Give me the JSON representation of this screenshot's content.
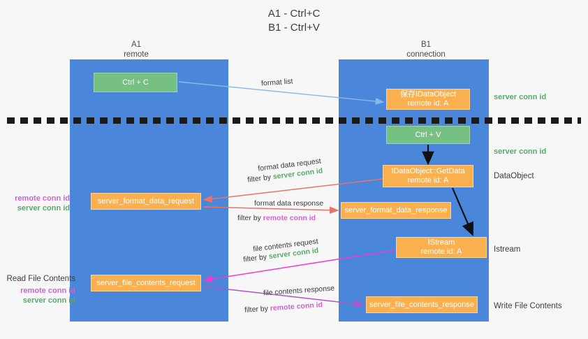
{
  "title": {
    "line1": "A1 - Ctrl+C",
    "line2": "B1 - Ctrl+V"
  },
  "columns": [
    {
      "id": "a1",
      "name": "A1",
      "role": "remote"
    },
    {
      "id": "b1",
      "name": "B1",
      "role": "connection"
    }
  ],
  "boxes": {
    "ctrl_c": {
      "label": "Ctrl + C",
      "color": "#76c083"
    },
    "idataobject": {
      "line1": "保存IDataObject",
      "line2": "remote id: A",
      "color": "#fbb050"
    },
    "ctrl_v": {
      "label": "Ctrl + V",
      "color": "#76c083"
    },
    "getdata": {
      "line1": "IDataObject::GetData",
      "line2": "remote id: A",
      "color": "#fbb050"
    },
    "format_data_request": {
      "label": "server_format_data_request",
      "color": "#fbb050"
    },
    "format_data_response": {
      "label": "server_format_data_response",
      "color": "#fbb050"
    },
    "istream": {
      "line1": "IStream",
      "line2": "remote id: A",
      "color": "#fbb050"
    },
    "file_contents_request": {
      "label": "server_file_contents_request",
      "color": "#fbb050"
    },
    "file_contents_response": {
      "label": "server_file_contents_response",
      "color": "#fbb050"
    }
  },
  "edge_labels": {
    "format_list": "format list",
    "format_data_request": "format data request",
    "format_data_request_filter_prefix": "filter by ",
    "format_data_request_filter_key": "server conn id",
    "format_data_response": "format data response",
    "format_data_response_filter_prefix": "filter by ",
    "format_data_response_filter_key": "remote conn id",
    "file_contents_request": "file contents request",
    "file_contents_request_filter_prefix": "filter by ",
    "file_contents_request_filter_key": "server conn id",
    "file_contents_response": "file contents response",
    "file_contents_response_filter_prefix": "filter by ",
    "file_contents_response_filter_key": "remote conn id"
  },
  "annotations": {
    "server_conn_id_top": "server conn id",
    "server_conn_id_mid": "server conn id",
    "data_object": "DataObject",
    "istream": "Istream",
    "write_file_contents": "Write File Contents",
    "left_remote_conn_id_1": "remote conn id",
    "left_server_conn_id_1": "server conn id",
    "read_file_contents": "Read File Contents",
    "left_remote_conn_id_2": "remote conn id",
    "left_server_conn_id_2": "server conn id"
  },
  "colors": {
    "lane": "#4a86d9",
    "green_box": "#76c083",
    "orange_box": "#fbb050",
    "green_text": "#5aa96a",
    "purple_text": "#cc66cc",
    "arrow_blue": "#8ab8e8",
    "arrow_red": "#e8736a",
    "arrow_magenta": "#ee3ecb",
    "arrow_purple": "#b055c8",
    "arrow_black": "#111111",
    "background": "#f7f7f7"
  }
}
